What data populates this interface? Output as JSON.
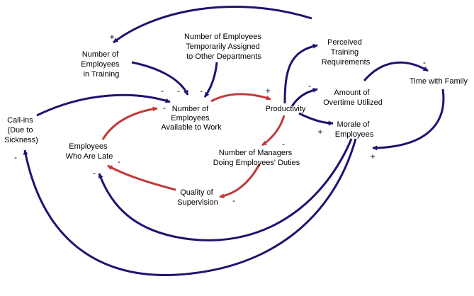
{
  "colors": {
    "navy": "#1e1470",
    "red": "#c03a3a",
    "text": "#000000"
  },
  "nodes": {
    "employees_in_training": [
      "Number of",
      "Employees",
      "in Training"
    ],
    "employees_temp_assigned": [
      "Number of Employees",
      "Temporarily Assigned",
      "to Other Departments"
    ],
    "perceived_training": [
      "Perceived",
      "Training",
      "Requirements"
    ],
    "time_with_family": [
      "Time with Family"
    ],
    "callins": [
      "Call-ins",
      "(Due to",
      "Sickness)"
    ],
    "employees_available": [
      "Number of",
      "Employees",
      "Available to Work"
    ],
    "productivity": [
      "Productivity"
    ],
    "overtime": [
      "Amount of",
      "Overtime Utilized"
    ],
    "morale": [
      "Morale of",
      "Employees"
    ],
    "employees_late": [
      "Employees",
      "Who Are Late"
    ],
    "managers_duties": [
      "Number of Managers",
      "Doing Employees' Duties"
    ],
    "quality_supervision": [
      "Quality of",
      "Supervision"
    ]
  },
  "links": [
    {
      "id": "productivity-to-training",
      "color": "navy",
      "sign": "-"
    },
    {
      "id": "training-to-employees-in-training",
      "color": "navy",
      "sign": "+"
    },
    {
      "id": "in-training-to-available",
      "color": "navy",
      "sign": "-"
    },
    {
      "id": "temp-assigned-to-available",
      "color": "navy",
      "sign": "-"
    },
    {
      "id": "callins-to-available",
      "color": "navy",
      "sign": "-"
    },
    {
      "id": "late-to-available",
      "color": "red",
      "sign": "-"
    },
    {
      "id": "available-to-productivity",
      "color": "red",
      "sign": "+"
    },
    {
      "id": "productivity-to-overtime",
      "color": "navy",
      "sign": "-"
    },
    {
      "id": "productivity-to-morale",
      "color": "navy",
      "sign": "+"
    },
    {
      "id": "overtime-to-family",
      "color": "navy",
      "sign": "-"
    },
    {
      "id": "family-to-morale",
      "color": "navy",
      "sign": "+"
    },
    {
      "id": "productivity-to-managers",
      "color": "red",
      "sign": "-"
    },
    {
      "id": "managers-to-quality",
      "color": "red",
      "sign": "-"
    },
    {
      "id": "quality-to-late",
      "color": "red",
      "sign": "-"
    },
    {
      "id": "morale-to-late",
      "color": "navy",
      "sign": "-"
    },
    {
      "id": "morale-to-callins",
      "color": "navy",
      "sign": "-"
    }
  ]
}
